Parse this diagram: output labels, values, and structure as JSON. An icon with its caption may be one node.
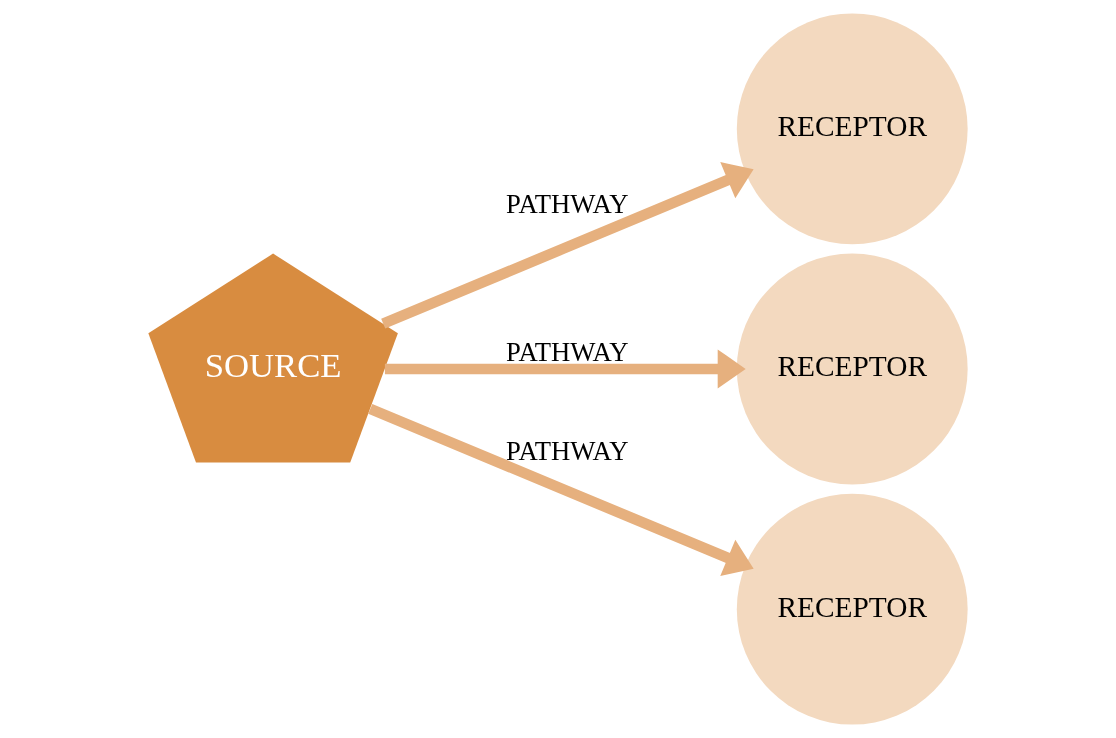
{
  "diagram": {
    "nodes": [
      {
        "text": [
          "SOURCE"
        ]
      },
      {
        "text": [
          "RECEPTOR"
        ]
      },
      {
        "text": [
          "RECEPTOR"
        ]
      },
      {
        "text": [
          "RECEPTOR"
        ]
      }
    ],
    "edges": [
      {
        "from": 0,
        "to": 1,
        "arrow": "to",
        "label": "PATHWAY"
      },
      {
        "from": 0,
        "to": 2,
        "arrow": "to",
        "label": "PATHWAY"
      },
      {
        "from": 0,
        "to": 3,
        "arrow": "to",
        "label": "PATHWAY"
      }
    ]
  }
}
